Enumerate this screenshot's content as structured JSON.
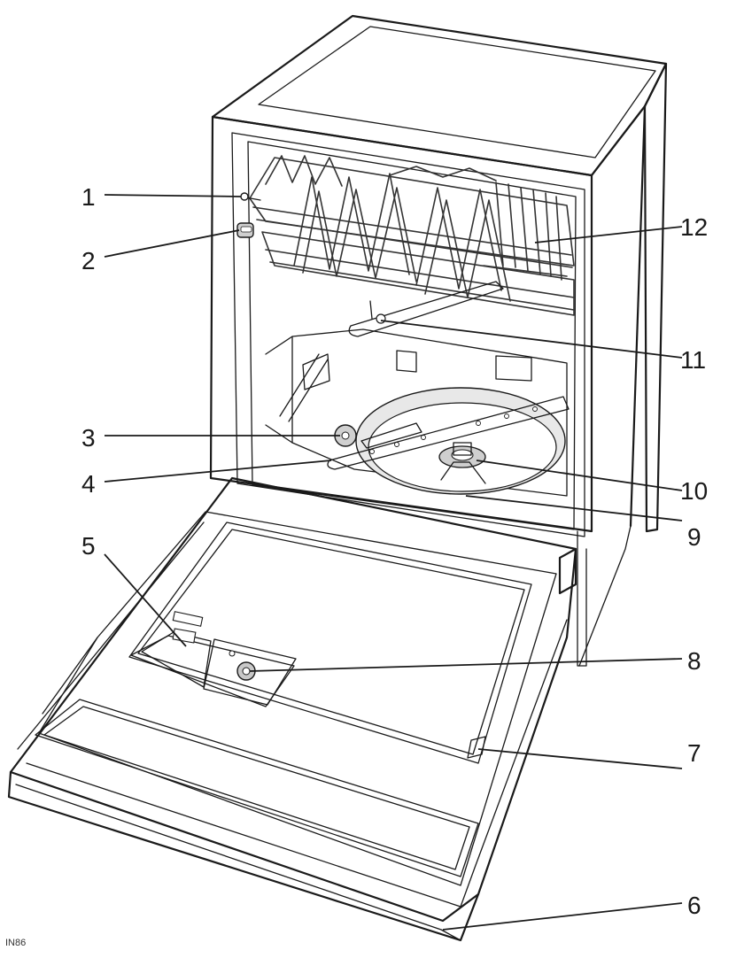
{
  "colors": {
    "outline": "#1a1a1a",
    "top_panel": "#bdbdbd",
    "interior_light": "#f2f2f2",
    "interior_mid": "#d9d9d9",
    "door_inner": "#ececec",
    "door_edge": "#cfcfcf",
    "background": "#ffffff"
  },
  "figure_code": "IN86",
  "callouts": [
    {
      "id": "1",
      "label": "1"
    },
    {
      "id": "2",
      "label": "2"
    },
    {
      "id": "3",
      "label": "3"
    },
    {
      "id": "4",
      "label": "4"
    },
    {
      "id": "5",
      "label": "5"
    },
    {
      "id": "6",
      "label": "6"
    },
    {
      "id": "7",
      "label": "7"
    },
    {
      "id": "8",
      "label": "8"
    },
    {
      "id": "9",
      "label": "9"
    },
    {
      "id": "10",
      "label": "10"
    },
    {
      "id": "11",
      "label": "11"
    },
    {
      "id": "12",
      "label": "12"
    }
  ],
  "icons": [
    "dishwasher-illustration"
  ]
}
